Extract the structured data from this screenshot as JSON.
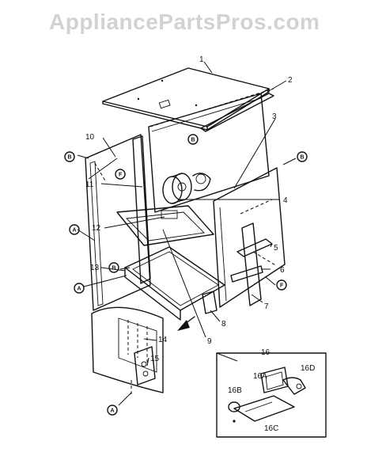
{
  "watermark": "AppliancePartsPros.com",
  "callouts": {
    "c1": "1",
    "c2": "2",
    "c3": "3",
    "c4": "4",
    "c5": "5",
    "c6": "6",
    "c7": "7",
    "c8": "8",
    "c9": "9",
    "c10": "10",
    "c11": "11",
    "c12": "12",
    "c13": "13",
    "c14": "14",
    "c15": "15",
    "c16": "16",
    "c16a": "16A",
    "c16b": "16B",
    "c16c": "16C",
    "c16d": "16D"
  },
  "ref_markers": {
    "B": "B",
    "F": "F",
    "A": "A"
  }
}
